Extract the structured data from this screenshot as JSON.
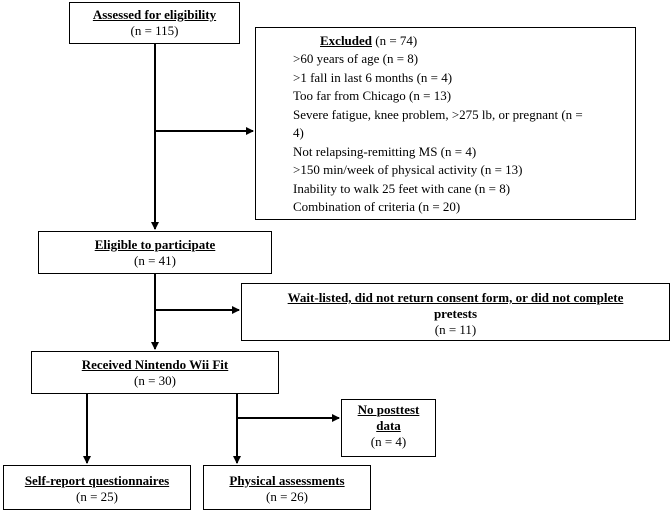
{
  "assessed": {
    "title": "Assessed for eligibility",
    "n": "(n = 115)"
  },
  "excluded": {
    "title": "Excluded",
    "n": " (n = 74)",
    "criteria": [
      ">60 years of age (n = 8)",
      ">1 fall in last 6 months (n = 4)",
      "Too far from Chicago (n = 13)",
      "Severe fatigue, knee problem, >275 lb, or pregnant (n =",
      "4)",
      "Not relapsing-remitting MS (n = 4)",
      ">150 min/week of physical activity (n = 13)",
      "Inability to walk 25 feet with cane (n = 8)",
      "Combination of criteria (n = 20)"
    ]
  },
  "eligible": {
    "title": "Eligible to participate",
    "n": "(n = 41)"
  },
  "waitlisted": {
    "title_line1": "Wait-listed, did not return consent form, or did not complete",
    "title_line2": "pretests",
    "n": "(n = 11)"
  },
  "received": {
    "title": "Received Nintendo Wii Fit",
    "n": "(n = 30)"
  },
  "no_posttest": {
    "title_line1": "No posttest",
    "title_line2": "data",
    "n": "(n = 4)"
  },
  "self_report": {
    "title": "Self-report questionnaires",
    "n": "(n = 25)"
  },
  "physical": {
    "title": "Physical assessments",
    "n": "(n = 26)"
  }
}
